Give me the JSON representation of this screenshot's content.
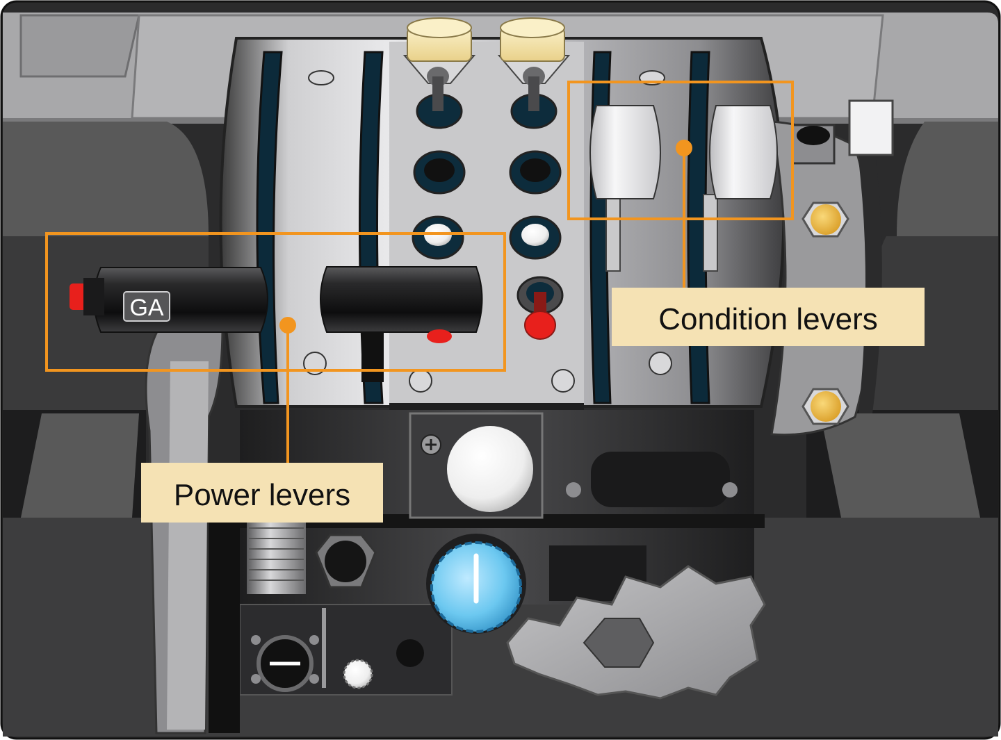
{
  "diagram": {
    "callouts": {
      "power_levers": {
        "label": "Power levers"
      },
      "condition_levers": {
        "label": "Condition levers"
      }
    },
    "lever_badge": "GA",
    "colors": {
      "callout_outline": "#F2951F",
      "callout_fill": "#F5E2B4",
      "background": "#2B2B2B",
      "bezel": "#A8A8AA",
      "knob_blue": "#6CC8F0",
      "cap_yellow": "#F3E3A8",
      "warning_red": "#E8201C",
      "fastener_gold": "#E8B43A"
    }
  }
}
